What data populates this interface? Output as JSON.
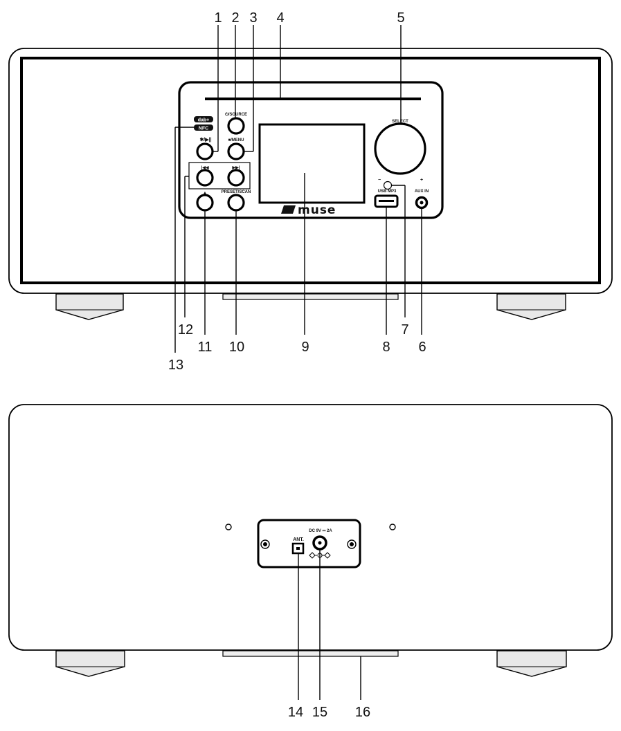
{
  "front_view": {
    "labels": {
      "source_button": "⏻/SOURCE",
      "play_button": "✱/▶||",
      "menu_button": "■/MENU",
      "prev_button": "|◀◀",
      "next_button": "▶▶|",
      "eject_button": "▲",
      "preset_button": "PRESET/SCAN",
      "select_knob": "SELECT",
      "knob_minus": "−",
      "knob_plus": "+",
      "usb_port": "USB MP3",
      "aux_port": "AUX IN",
      "dab_logo": "dab+",
      "nfc_logo": "NFC",
      "brand_logo": "muse"
    },
    "callouts": {
      "c1": "1",
      "c2": "2",
      "c3": "3",
      "c4": "4",
      "c5": "5",
      "c6": "6",
      "c7": "7",
      "c8": "8",
      "c9": "9",
      "c10": "10",
      "c11": "11",
      "c12": "12",
      "c13": "13"
    }
  },
  "rear_view": {
    "labels": {
      "antenna": "ANT.",
      "dc_input": "DC 9V ⎓ 2A"
    },
    "callouts": {
      "c14": "14",
      "c15": "15",
      "c16": "16"
    }
  },
  "colors": {
    "line": "#000000",
    "background": "#ffffff",
    "foot": "#e8e8e8"
  }
}
